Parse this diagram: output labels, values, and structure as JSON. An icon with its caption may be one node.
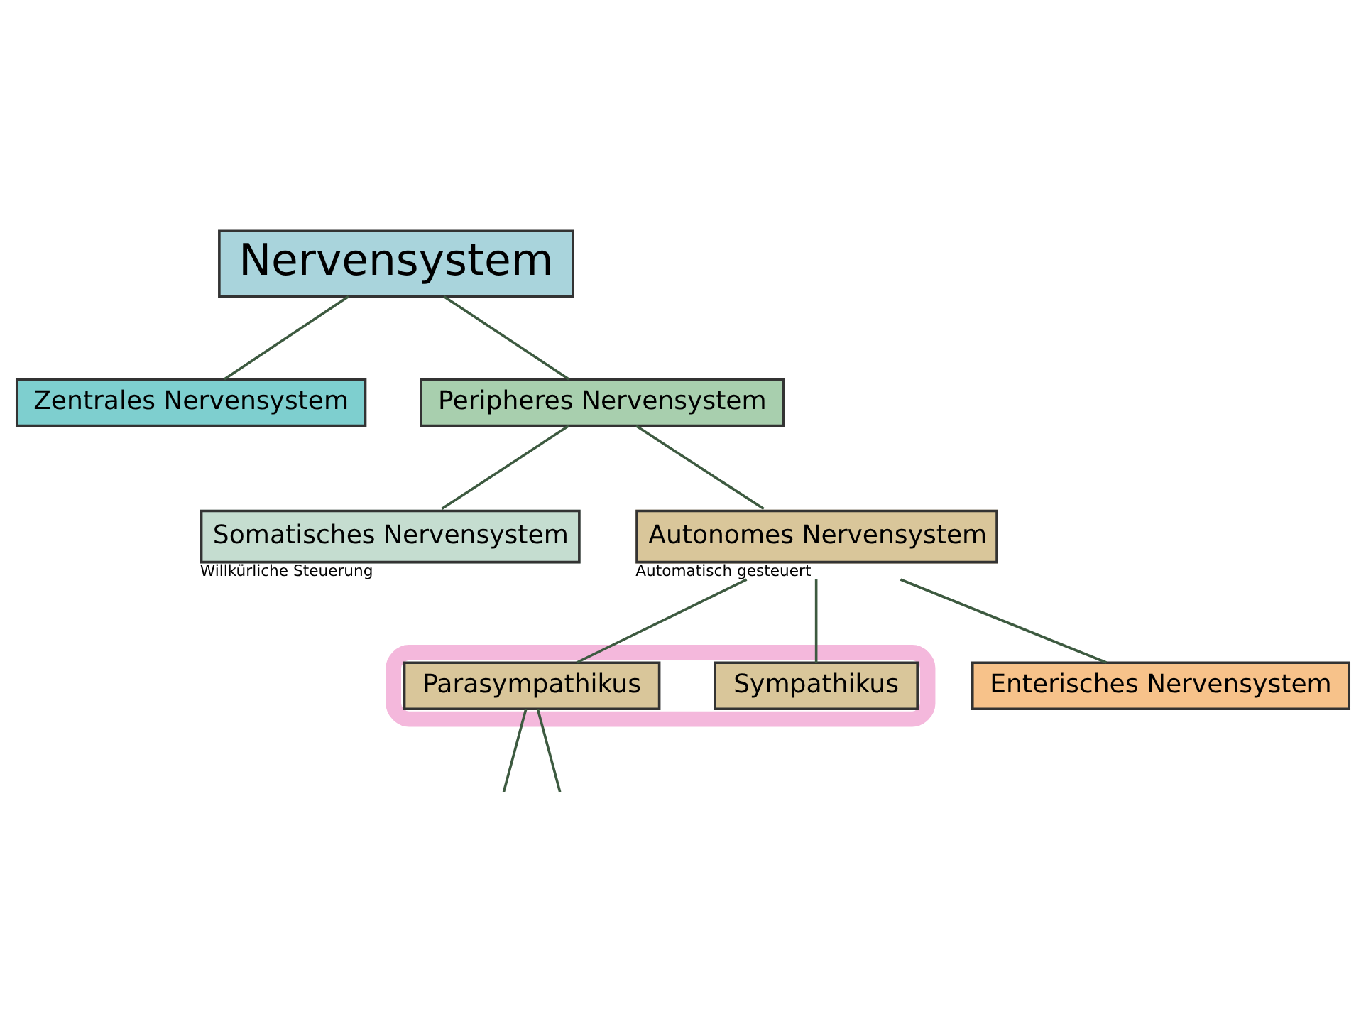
{
  "diagram": {
    "nodes": [
      {
        "text": [
          "Nervensystem"
        ]
      },
      {
        "text": [
          "Zentrales Nervensystem"
        ]
      },
      {
        "text": [
          "Peripheres Nervensystem"
        ]
      },
      {
        "text": [
          "Somatisches Nervensystem"
        ],
        "beside": [
          "Willkürliche Steuerung"
        ]
      },
      {
        "text": [
          "Autonomes Nervensystem"
        ],
        "beside": [
          "Automatisch gesteuert"
        ]
      },
      {
        "text": [],
        "shape": "box"
      },
      {
        "text": [
          "Sympathikus"
        ],
        "in": 5
      },
      {
        "text": [
          "Parasympathikus"
        ],
        "in": 5
      },
      {
        "text": [
          "Enterisches Nervensystem"
        ]
      }
    ],
    "edges": [
      {
        "from": 0,
        "to": 1,
        "arrow": "none"
      },
      {
        "from": 0,
        "to": 2,
        "arrow": "none"
      },
      {
        "from": 2,
        "to": 3,
        "arrow": "none"
      },
      {
        "from": 2,
        "to": 4,
        "arrow": "none"
      },
      {
        "from": 4,
        "to": 6,
        "arrow": "none"
      },
      {
        "from": 4,
        "to": 7,
        "arrow": "none"
      },
      {
        "from": 4,
        "to": 8,
        "arrow": "none"
      },
      {
        "from": 7,
        "to": null,
        "arrow": "none"
      },
      {
        "from": 7,
        "to": null,
        "arrow": "none"
      }
    ]
  }
}
